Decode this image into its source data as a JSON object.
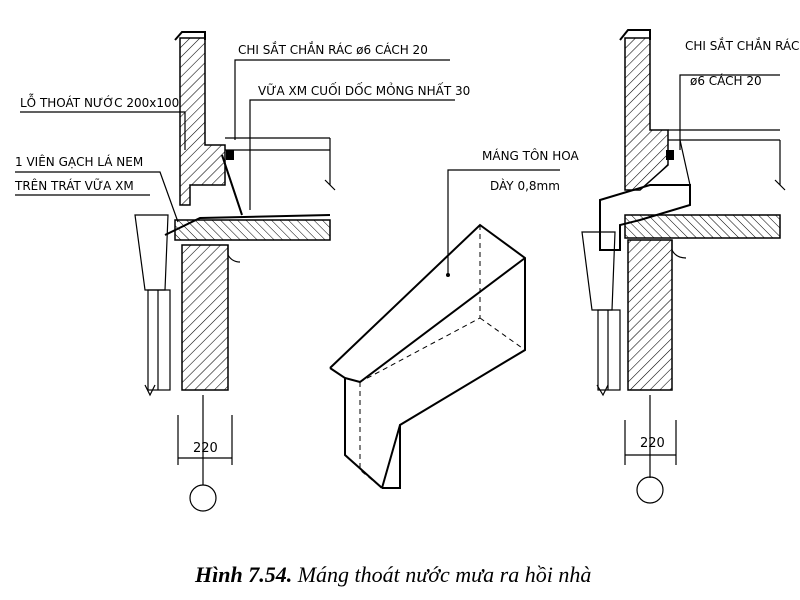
{
  "labels": {
    "left_grille": "CHI SẮT CHẮN RÁC ø6 CÁCH 20",
    "left_screed": "VỮA XM CUỐI DỐC MỎNG NHẤT 30",
    "left_outlet": "LỖ THOÁT NƯỚC 200x100",
    "left_tile_1": "1 VIÊN GẠCH LÁ NEM",
    "left_tile_2": "TRÊN TRÁT VỮA XM",
    "center_gutter_1": "MÁNG TÔN HOA",
    "center_gutter_2": "DÀY 0,8mm",
    "right_grille_1": "CHI SẮT CHẮN RÁC",
    "right_grille_2": "ø6 CÁCH 20"
  },
  "dimensions": {
    "left_wall": "220",
    "right_wall": "220"
  },
  "caption": {
    "number": "Hình 7.54.",
    "text": " Máng thoát nước mưa ra  hồi nhà"
  }
}
